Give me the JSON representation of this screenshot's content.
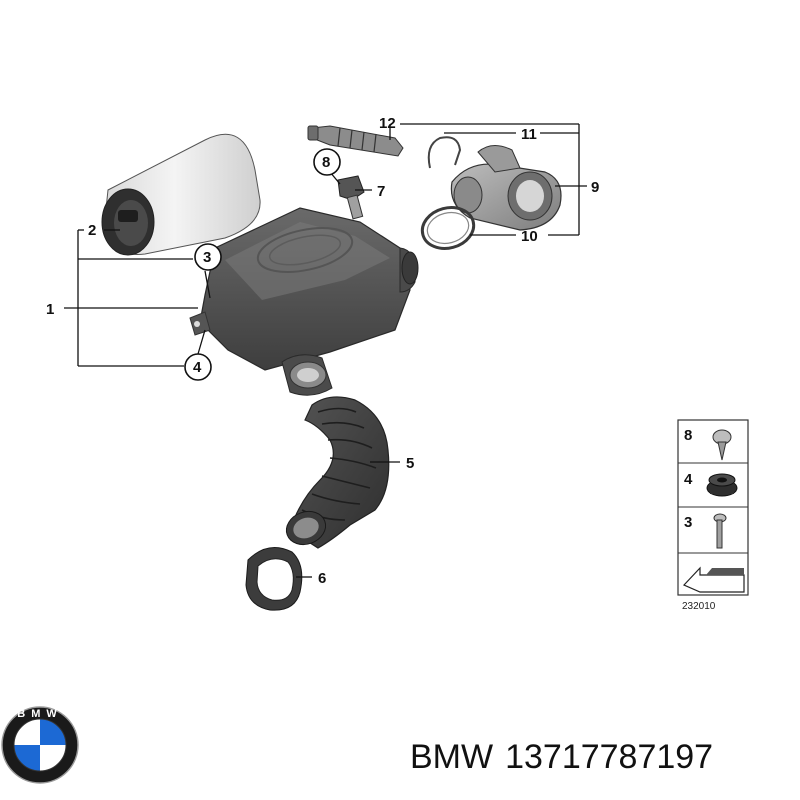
{
  "diagram": {
    "callouts": {
      "c1": "1",
      "c2": "2",
      "c3": "3",
      "c4": "4",
      "c5": "5",
      "c6": "6",
      "c7": "7",
      "c8": "8",
      "c9": "9",
      "c10": "10",
      "c11": "11",
      "c12": "12"
    },
    "legend": {
      "items": [
        "8",
        "4",
        "3"
      ],
      "ref_number": "232010"
    }
  },
  "caption": {
    "brand": "BMW",
    "part_number": "13717787197"
  },
  "logo": {
    "text": "BMW",
    "colors": {
      "blue": "#1c69d4",
      "white": "#ffffff",
      "ring": "#1a1a1a"
    }
  }
}
